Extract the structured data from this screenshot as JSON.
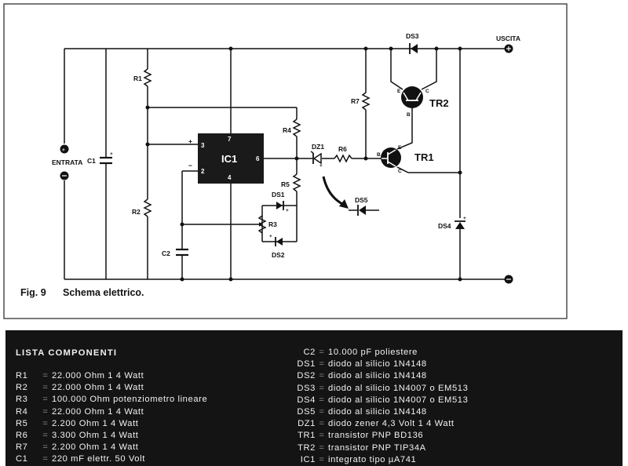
{
  "figure": {
    "caption_num": "Fig. 9",
    "caption_text": "Schema elettrico.",
    "labels": {
      "input": "ENTRATA",
      "output": "USCITA",
      "ic": "IC1",
      "ic_pins": [
        "3",
        "7",
        "6",
        "2",
        "4"
      ],
      "ic_plus": "+",
      "ic_minus": "−",
      "C1": "C1",
      "R1": "R1",
      "R2": "R2",
      "C2": "C2",
      "R4": "R4",
      "R5": "R5",
      "R3": "R3",
      "DS1": "DS1",
      "DS2": "DS2",
      "DZ1": "DZ1",
      "R6": "R6",
      "R7": "R7",
      "DS3": "DS3",
      "DS5": "DS5",
      "DS4": "DS4",
      "TR1": "TR1",
      "TR2": "TR2",
      "E": "E",
      "B": "B",
      "C": "C"
    }
  },
  "component_list": {
    "title": "LISTA  COMPONENTI",
    "left": [
      {
        "ref": "R1",
        "eq": "=",
        "desc": "22.000  Ohm  1  4  Watt"
      },
      {
        "ref": "R2",
        "eq": "=",
        "desc": "22.000  Ohm  1  4  Watt"
      },
      {
        "ref": "R3",
        "eq": "=",
        "desc": "100.000  Ohm  potenziometro  lineare"
      },
      {
        "ref": "R4",
        "eq": "=",
        "desc": "22.000  Ohm  1  4  Watt"
      },
      {
        "ref": "R5",
        "eq": "=",
        "desc": "2.200  Ohm  1  4  Watt"
      },
      {
        "ref": "R6",
        "eq": "=",
        "desc": "3.300  Ohm  1  4  Watt"
      },
      {
        "ref": "R7",
        "eq": "=",
        "desc": "2.200  Ohm  1  4  Watt"
      },
      {
        "ref": "C1",
        "eq": "=",
        "desc": "220  mF  elettr.  50  Volt"
      }
    ],
    "right": [
      {
        "ref": "C2",
        "eq": "=",
        "desc": "10.000  pF  poliestere"
      },
      {
        "ref": "DS1",
        "eq": "=",
        "desc": "diodo  al  silicio  1N4148"
      },
      {
        "ref": "DS2",
        "eq": "=",
        "desc": "diodo  al  silicio  1N4148"
      },
      {
        "ref": "DS3",
        "eq": "=",
        "desc": "diodo  al  silicio  1N4007  o  EM513"
      },
      {
        "ref": "DS4",
        "eq": "=",
        "desc": "diodo  al  silicio  1N4007  o  EM513"
      },
      {
        "ref": "DS5",
        "eq": "=",
        "desc": "diodo  al  silicio  1N4148"
      },
      {
        "ref": "DZ1",
        "eq": "=",
        "desc": "diodo  zener  4,3  Volt  1  4  Watt"
      },
      {
        "ref": "TR1",
        "eq": "=",
        "desc": "transistor  PNP  BD136"
      },
      {
        "ref": "TR2",
        "eq": "=",
        "desc": "transistor  PNP  TIP34A"
      },
      {
        "ref": "IC1",
        "eq": "=",
        "desc": "integrato  tipo  µA741"
      }
    ]
  }
}
